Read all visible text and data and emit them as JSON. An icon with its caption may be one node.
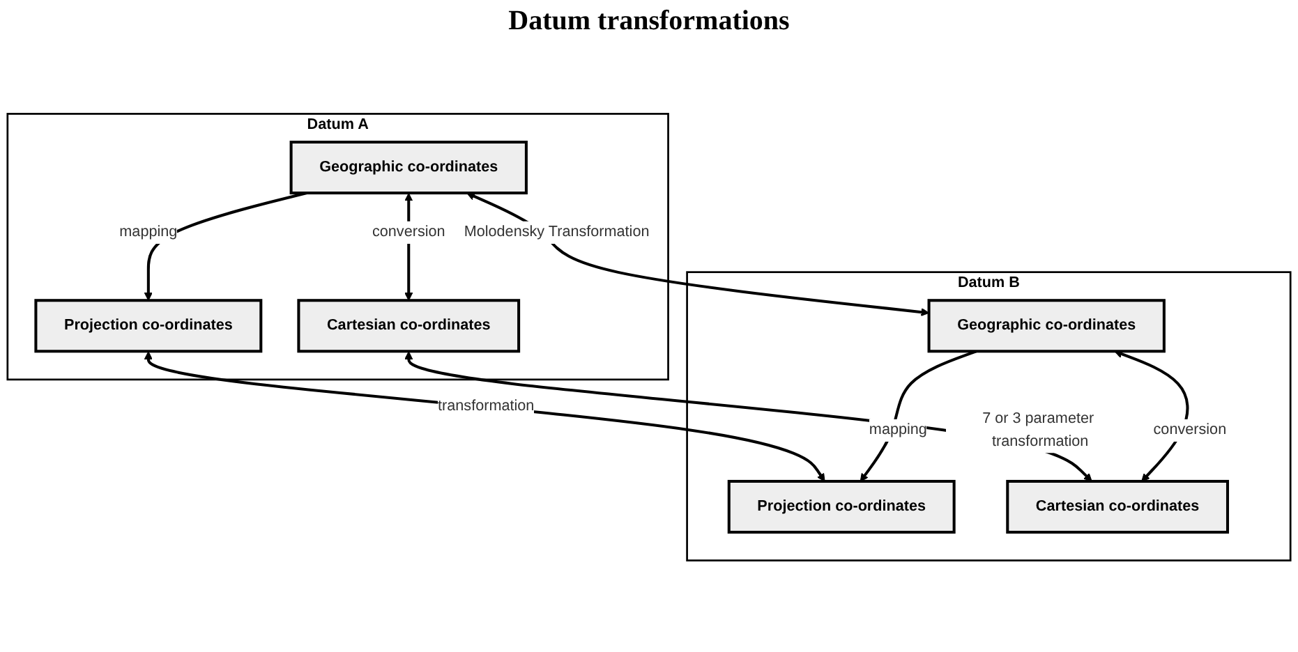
{
  "diagram": {
    "title": "Datum transformations",
    "nodes": [
      {
        "text": [
          "Datum A"
        ]
      },
      {
        "text": [
          "Projection co-ordinates"
        ],
        "in": 0
      },
      {
        "text": [
          "Geographic co-ordinates"
        ],
        "in": 0
      },
      {
        "text": [
          "Cartesian co-ordinates"
        ],
        "in": 0
      },
      {
        "text": [
          "Datum B"
        ]
      },
      {
        "text": [
          "Projection co-ordinates"
        ],
        "in": 4
      },
      {
        "text": [
          "Geographic co-ordinates"
        ],
        "in": 4
      },
      {
        "text": [
          "Cartesian co-ordinates"
        ],
        "in": 4
      }
    ],
    "edges": [
      {
        "from": 2,
        "to": 1,
        "arrow": "to",
        "label": "mapping"
      },
      {
        "from": 2,
        "to": 3,
        "arrow": "both",
        "label": "conversion"
      },
      {
        "from": 1,
        "to": 5,
        "arrow": "both",
        "label": "transformation"
      },
      {
        "from": 2,
        "to": 6,
        "arrow": "both",
        "label": "Molodensky Transformation"
      },
      {
        "from": 3,
        "to": 7,
        "arrow": "both",
        "label": "7 or 3 parameter transformation"
      },
      {
        "from": 6,
        "to": 5,
        "arrow": "to",
        "label": "mapping"
      },
      {
        "from": 6,
        "to": 7,
        "arrow": "both",
        "label": "conversion"
      }
    ]
  }
}
